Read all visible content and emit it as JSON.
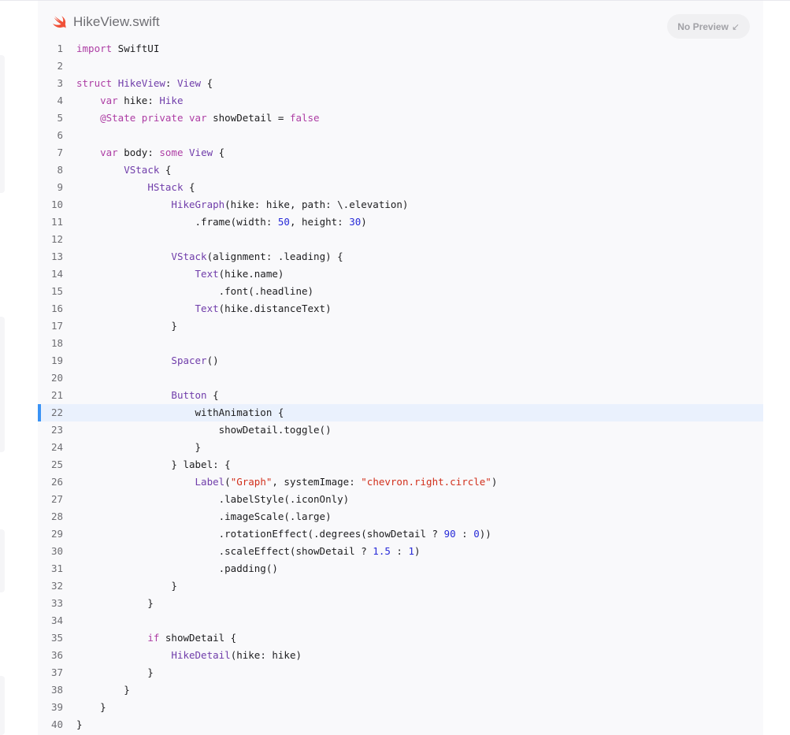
{
  "file": {
    "name": "HikeView.swift",
    "icon": "swift-icon",
    "preview_label": "No Preview",
    "preview_icon": "arrow-down-left-icon"
  },
  "colors": {
    "keyword": "#ad3da4",
    "type": "#703daa",
    "string": "#d12f1b",
    "number": "#272ad8",
    "highlight": "#eaf1fd",
    "highlight_bar": "#3a93f5",
    "swift_brand": "#f05138"
  },
  "highlighted_line": 22,
  "lines": [
    {
      "n": "1",
      "tokens": [
        [
          "k",
          "import"
        ],
        [
          "p",
          " SwiftUI"
        ]
      ]
    },
    {
      "n": "2",
      "tokens": []
    },
    {
      "n": "3",
      "tokens": [
        [
          "k",
          "struct"
        ],
        [
          "p",
          " "
        ],
        [
          "t",
          "HikeView"
        ],
        [
          "p",
          ": "
        ],
        [
          "t",
          "View"
        ],
        [
          "p",
          " {"
        ]
      ]
    },
    {
      "n": "4",
      "tokens": [
        [
          "p",
          "    "
        ],
        [
          "k",
          "var"
        ],
        [
          "p",
          " hike: "
        ],
        [
          "t",
          "Hike"
        ]
      ]
    },
    {
      "n": "5",
      "tokens": [
        [
          "p",
          "    "
        ],
        [
          "k",
          "@State"
        ],
        [
          "p",
          " "
        ],
        [
          "k",
          "private"
        ],
        [
          "p",
          " "
        ],
        [
          "k",
          "var"
        ],
        [
          "p",
          " showDetail = "
        ],
        [
          "k",
          "false"
        ]
      ]
    },
    {
      "n": "6",
      "tokens": []
    },
    {
      "n": "7",
      "tokens": [
        [
          "p",
          "    "
        ],
        [
          "k",
          "var"
        ],
        [
          "p",
          " body: "
        ],
        [
          "k",
          "some"
        ],
        [
          "p",
          " "
        ],
        [
          "t",
          "View"
        ],
        [
          "p",
          " {"
        ]
      ]
    },
    {
      "n": "8",
      "tokens": [
        [
          "p",
          "        "
        ],
        [
          "t",
          "VStack"
        ],
        [
          "p",
          " {"
        ]
      ]
    },
    {
      "n": "9",
      "tokens": [
        [
          "p",
          "            "
        ],
        [
          "t",
          "HStack"
        ],
        [
          "p",
          " {"
        ]
      ]
    },
    {
      "n": "10",
      "tokens": [
        [
          "p",
          "                "
        ],
        [
          "t",
          "HikeGraph"
        ],
        [
          "p",
          "(hike: hike, path: \\.elevation)"
        ]
      ]
    },
    {
      "n": "11",
      "tokens": [
        [
          "p",
          "                    .frame(width: "
        ],
        [
          "n",
          "50"
        ],
        [
          "p",
          ", height: "
        ],
        [
          "n",
          "30"
        ],
        [
          "p",
          ")"
        ]
      ]
    },
    {
      "n": "12",
      "tokens": []
    },
    {
      "n": "13",
      "tokens": [
        [
          "p",
          "                "
        ],
        [
          "t",
          "VStack"
        ],
        [
          "p",
          "(alignment: .leading) {"
        ]
      ]
    },
    {
      "n": "14",
      "tokens": [
        [
          "p",
          "                    "
        ],
        [
          "t",
          "Text"
        ],
        [
          "p",
          "(hike.name)"
        ]
      ]
    },
    {
      "n": "15",
      "tokens": [
        [
          "p",
          "                        .font(.headline)"
        ]
      ]
    },
    {
      "n": "16",
      "tokens": [
        [
          "p",
          "                    "
        ],
        [
          "t",
          "Text"
        ],
        [
          "p",
          "(hike.distanceText)"
        ]
      ]
    },
    {
      "n": "17",
      "tokens": [
        [
          "p",
          "                }"
        ]
      ]
    },
    {
      "n": "18",
      "tokens": []
    },
    {
      "n": "19",
      "tokens": [
        [
          "p",
          "                "
        ],
        [
          "t",
          "Spacer"
        ],
        [
          "p",
          "()"
        ]
      ]
    },
    {
      "n": "20",
      "tokens": []
    },
    {
      "n": "21",
      "tokens": [
        [
          "p",
          "                "
        ],
        [
          "t",
          "Button"
        ],
        [
          "p",
          " {"
        ]
      ]
    },
    {
      "n": "22",
      "tokens": [
        [
          "p",
          "                    withAnimation {"
        ]
      ]
    },
    {
      "n": "23",
      "tokens": [
        [
          "p",
          "                        showDetail.toggle()"
        ]
      ]
    },
    {
      "n": "24",
      "tokens": [
        [
          "p",
          "                    }"
        ]
      ]
    },
    {
      "n": "25",
      "tokens": [
        [
          "p",
          "                } label: {"
        ]
      ]
    },
    {
      "n": "26",
      "tokens": [
        [
          "p",
          "                    "
        ],
        [
          "t",
          "Label"
        ],
        [
          "p",
          "("
        ],
        [
          "s",
          "\"Graph\""
        ],
        [
          "p",
          ", systemImage: "
        ],
        [
          "s",
          "\"chevron.right.circle\""
        ],
        [
          "p",
          ")"
        ]
      ]
    },
    {
      "n": "27",
      "tokens": [
        [
          "p",
          "                        .labelStyle(.iconOnly)"
        ]
      ]
    },
    {
      "n": "28",
      "tokens": [
        [
          "p",
          "                        .imageScale(.large)"
        ]
      ]
    },
    {
      "n": "29",
      "tokens": [
        [
          "p",
          "                        .rotationEffect(.degrees(showDetail ? "
        ],
        [
          "n",
          "90"
        ],
        [
          "p",
          " : "
        ],
        [
          "n",
          "0"
        ],
        [
          "p",
          "))"
        ]
      ]
    },
    {
      "n": "30",
      "tokens": [
        [
          "p",
          "                        .scaleEffect(showDetail ? "
        ],
        [
          "n",
          "1.5"
        ],
        [
          "p",
          " : "
        ],
        [
          "n",
          "1"
        ],
        [
          "p",
          ")"
        ]
      ]
    },
    {
      "n": "31",
      "tokens": [
        [
          "p",
          "                        .padding()"
        ]
      ]
    },
    {
      "n": "32",
      "tokens": [
        [
          "p",
          "                }"
        ]
      ]
    },
    {
      "n": "33",
      "tokens": [
        [
          "p",
          "            }"
        ]
      ]
    },
    {
      "n": "34",
      "tokens": []
    },
    {
      "n": "35",
      "tokens": [
        [
          "p",
          "            "
        ],
        [
          "k",
          "if"
        ],
        [
          "p",
          " showDetail {"
        ]
      ]
    },
    {
      "n": "36",
      "tokens": [
        [
          "p",
          "                "
        ],
        [
          "t",
          "HikeDetail"
        ],
        [
          "p",
          "(hike: hike)"
        ]
      ]
    },
    {
      "n": "37",
      "tokens": [
        [
          "p",
          "            }"
        ]
      ]
    },
    {
      "n": "38",
      "tokens": [
        [
          "p",
          "        }"
        ]
      ]
    },
    {
      "n": "39",
      "tokens": [
        [
          "p",
          "    }"
        ]
      ]
    },
    {
      "n": "40",
      "tokens": [
        [
          "p",
          "}"
        ]
      ]
    }
  ]
}
